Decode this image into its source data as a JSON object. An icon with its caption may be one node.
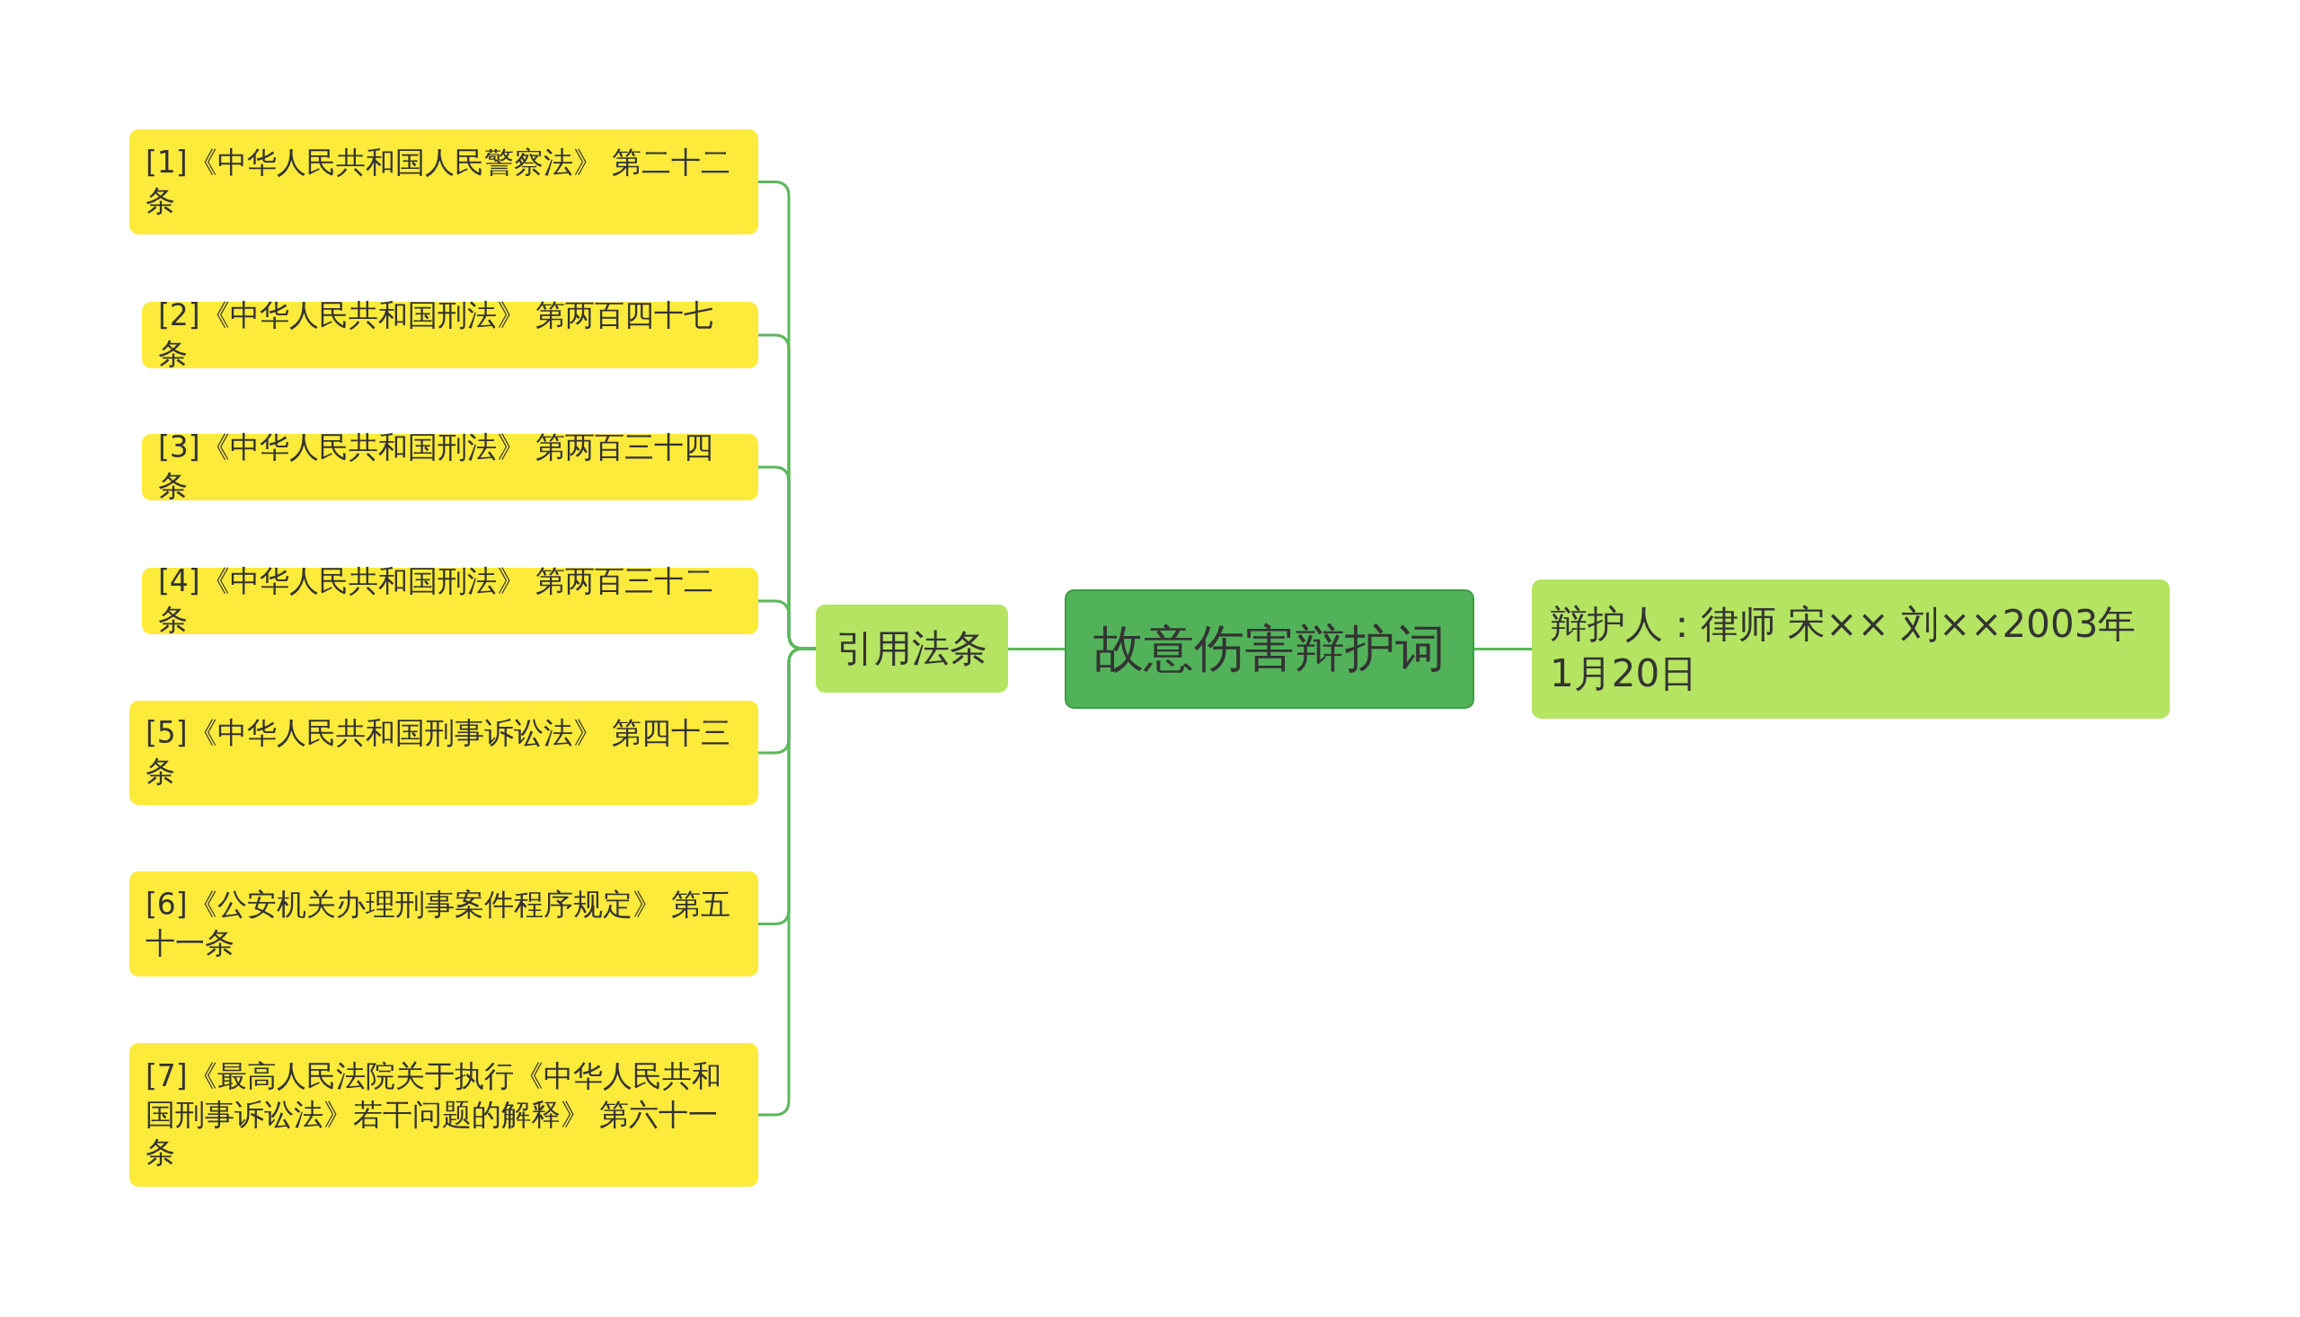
{
  "diagram": {
    "nodes": [
      {
        "text": [
          "故意伤害辩护词"
        ]
      },
      {
        "text": [
          "引用法条"
        ]
      },
      {
        "text": [
          "辩护人：律师 宋×× 刘××2003年1月20日"
        ]
      },
      {
        "text": [
          "[1]《中华人民共和国人民警察法》 第二十二条"
        ]
      },
      {
        "text": [
          "[2]《中华人民共和国刑法》 第两百四十七条"
        ]
      },
      {
        "text": [
          "[3]《中华人民共和国刑法》 第两百三十四条"
        ]
      },
      {
        "text": [
          "[4]《中华人民共和国刑法》 第两百三十二条"
        ]
      },
      {
        "text": [
          "[5]《中华人民共和国刑事诉讼法》 第四十三条"
        ]
      },
      {
        "text": [
          "[6]《公安机关办理刑事案件程序规定》 第五十一条"
        ]
      },
      {
        "text": [
          "[7]《最高人民法院关于执行《中华人民共和国刑事诉讼法》若干问题的解释》 第六十一条"
        ]
      }
    ],
    "edges": [
      {
        "from": 0,
        "to": 1,
        "arrow": "none"
      },
      {
        "from": 0,
        "to": 2,
        "arrow": "none"
      },
      {
        "from": 1,
        "to": 3,
        "arrow": "none"
      },
      {
        "from": 1,
        "to": 4,
        "arrow": "none"
      },
      {
        "from": 1,
        "to": 5,
        "arrow": "none"
      },
      {
        "from": 1,
        "to": 6,
        "arrow": "none"
      },
      {
        "from": 1,
        "to": 7,
        "arrow": "none"
      },
      {
        "from": 1,
        "to": 8,
        "arrow": "none"
      },
      {
        "from": 1,
        "to": 9,
        "arrow": "none"
      }
    ]
  }
}
